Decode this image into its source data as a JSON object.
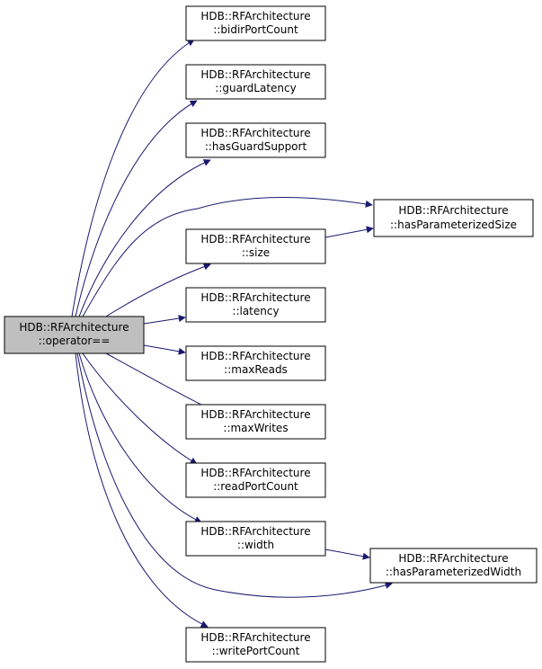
{
  "colors": {
    "edge": "#191970",
    "node_border": "#000000",
    "node_fill": "#ffffff",
    "root_fill": "#bfbfbf",
    "text": "#000000"
  },
  "nodes": {
    "root": {
      "line1": "HDB::RFArchitecture",
      "line2": "::operator=="
    },
    "bidirPortCount": {
      "line1": "HDB::RFArchitecture",
      "line2": "::bidirPortCount"
    },
    "guardLatency": {
      "line1": "HDB::RFArchitecture",
      "line2": "::guardLatency"
    },
    "hasGuardSupport": {
      "line1": "HDB::RFArchitecture",
      "line2": "::hasGuardSupport"
    },
    "hasParameterizedSize": {
      "line1": "HDB::RFArchitecture",
      "line2": "::hasParameterizedSize"
    },
    "size": {
      "line1": "HDB::RFArchitecture",
      "line2": "::size"
    },
    "latency": {
      "line1": "HDB::RFArchitecture",
      "line2": "::latency"
    },
    "maxReads": {
      "line1": "HDB::RFArchitecture",
      "line2": "::maxReads"
    },
    "maxWrites": {
      "line1": "HDB::RFArchitecture",
      "line2": "::maxWrites"
    },
    "readPortCount": {
      "line1": "HDB::RFArchitecture",
      "line2": "::readPortCount"
    },
    "width": {
      "line1": "HDB::RFArchitecture",
      "line2": "::width"
    },
    "hasParameterizedWidth": {
      "line1": "HDB::RFArchitecture",
      "line2": "::hasParameterizedWidth"
    },
    "writePortCount": {
      "line1": "HDB::RFArchitecture",
      "line2": "::writePortCount"
    }
  },
  "edges": [
    {
      "from": "root",
      "to": "bidirPortCount"
    },
    {
      "from": "root",
      "to": "guardLatency"
    },
    {
      "from": "root",
      "to": "hasGuardSupport"
    },
    {
      "from": "root",
      "to": "hasParameterizedSize"
    },
    {
      "from": "root",
      "to": "size"
    },
    {
      "from": "root",
      "to": "latency"
    },
    {
      "from": "root",
      "to": "maxReads"
    },
    {
      "from": "root",
      "to": "maxWrites"
    },
    {
      "from": "root",
      "to": "readPortCount"
    },
    {
      "from": "root",
      "to": "width"
    },
    {
      "from": "root",
      "to": "hasParameterizedWidth"
    },
    {
      "from": "root",
      "to": "writePortCount"
    },
    {
      "from": "size",
      "to": "hasParameterizedSize"
    },
    {
      "from": "width",
      "to": "hasParameterizedWidth"
    }
  ]
}
